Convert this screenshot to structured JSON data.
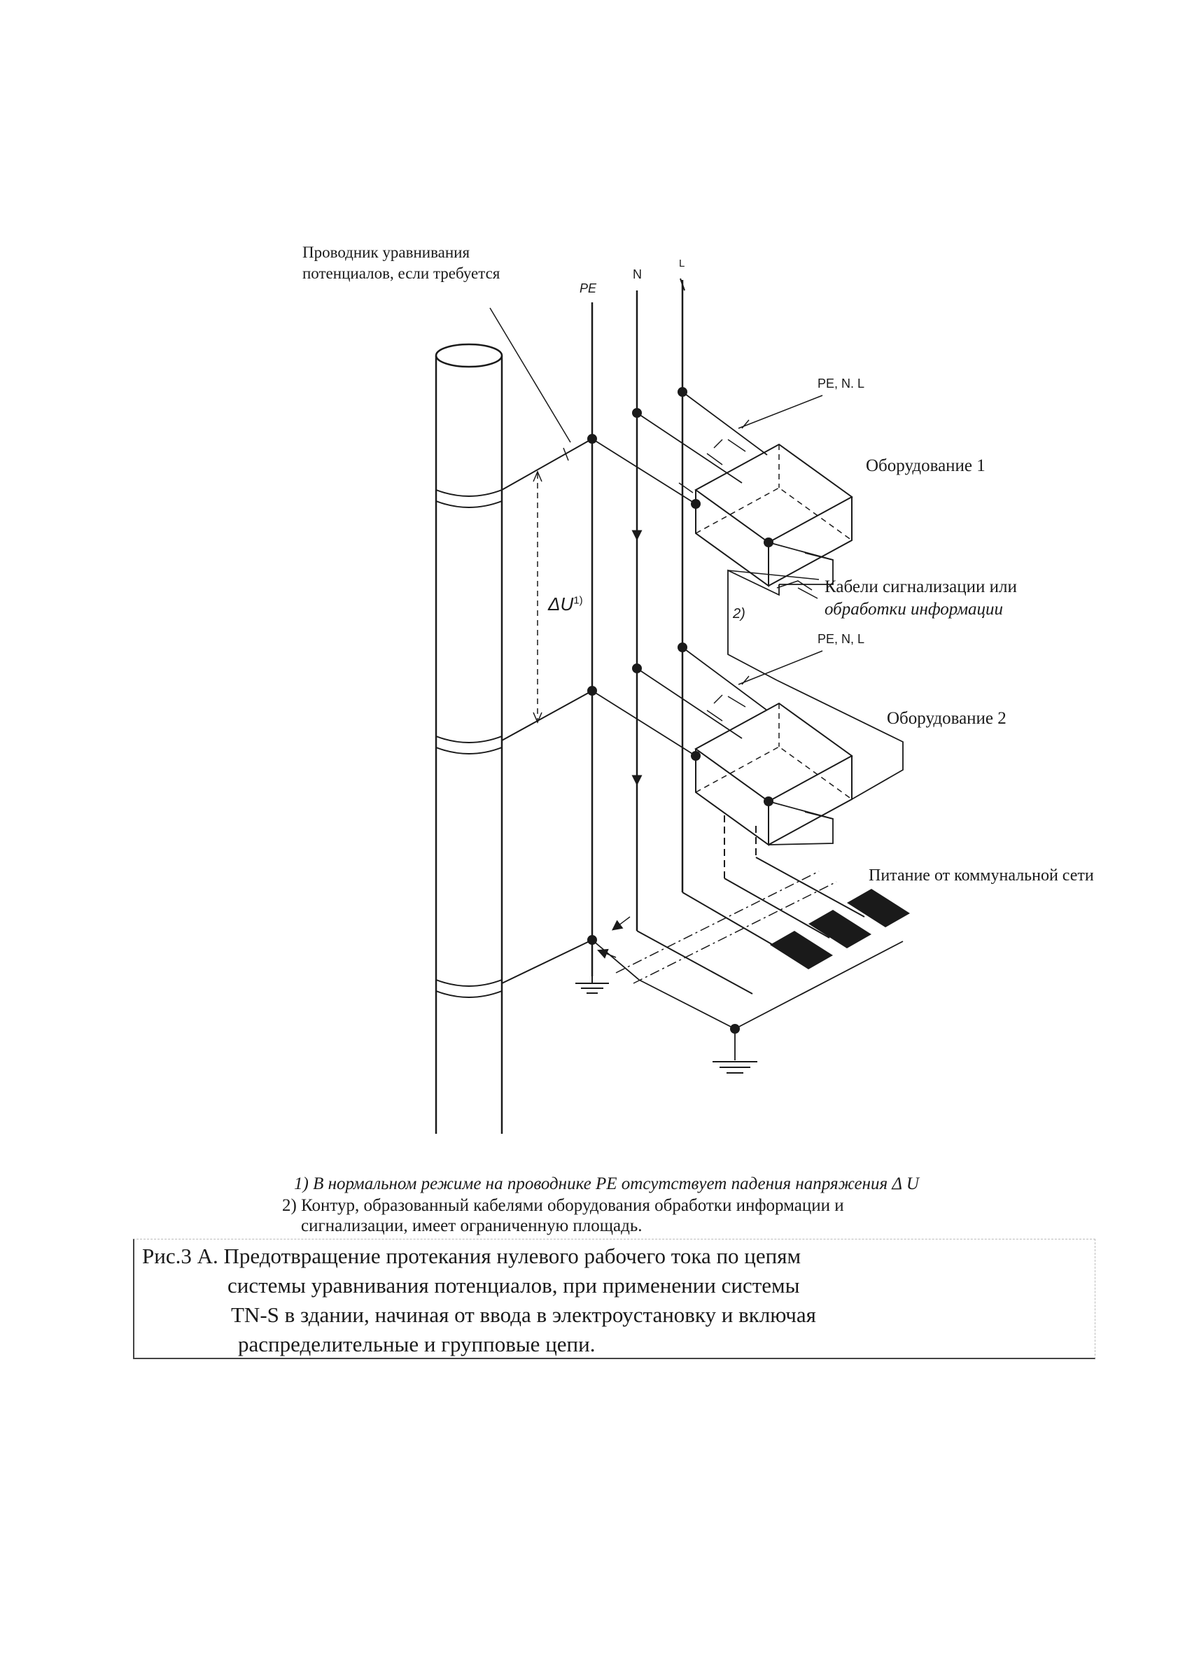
{
  "labels": {
    "equalizing_conductor_line1": "Проводник уравнивания",
    "equalizing_conductor_line2": "потенциалов, если требуется",
    "pe": "PE",
    "n": "N",
    "l": "L",
    "pe_n_l_top": "PE, N. L",
    "pe_n_l_bottom": "PE, N, L",
    "equipment1": "Оборудование 1",
    "equipment2": "Оборудование 2",
    "cables_line1": "Кабели сигнализации или",
    "cables_line2": "обработки информации",
    "loop_marker": "2)",
    "delta_u": "ΔU",
    "delta_u_sup": "1)",
    "supply": "Питание от коммунальной сети"
  },
  "notes": {
    "note1": "1) В нормальном режиме на проводнике PE  отсутствует падения напряжения Δ U",
    "note2_line1": "2) Контур, образованный кабелями оборудования обработки информации и",
    "note2_line2": "сигнализации, имеет ограниченную площадь."
  },
  "caption": {
    "line1": "Рис.3 А. Предотвращение протекания нулевого рабочего тока по цепям",
    "line2": "системы уравнивания потенциалов, при применении системы",
    "line3": "TN-S  в  здании, начиная от ввода в электроустановку и включая",
    "line4": "распределительные и групповые цепи."
  },
  "colors": {
    "ink": "#1a1a1a",
    "paper": "#ffffff"
  }
}
